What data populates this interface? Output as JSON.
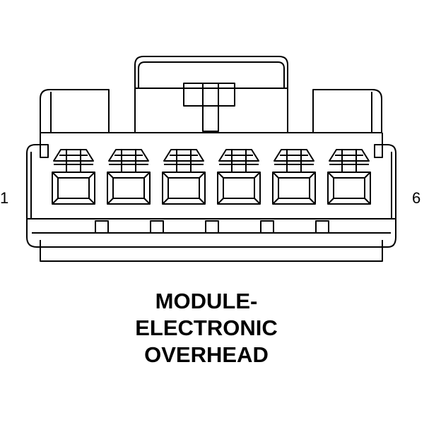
{
  "connector": {
    "pin_first": "1",
    "pin_last": "6",
    "cavity_count": 6,
    "caption_lines": [
      "MODULE-",
      "ELECTRONIC",
      "OVERHEAD"
    ]
  },
  "colors": {
    "line": "#000000",
    "background": "#ffffff"
  }
}
